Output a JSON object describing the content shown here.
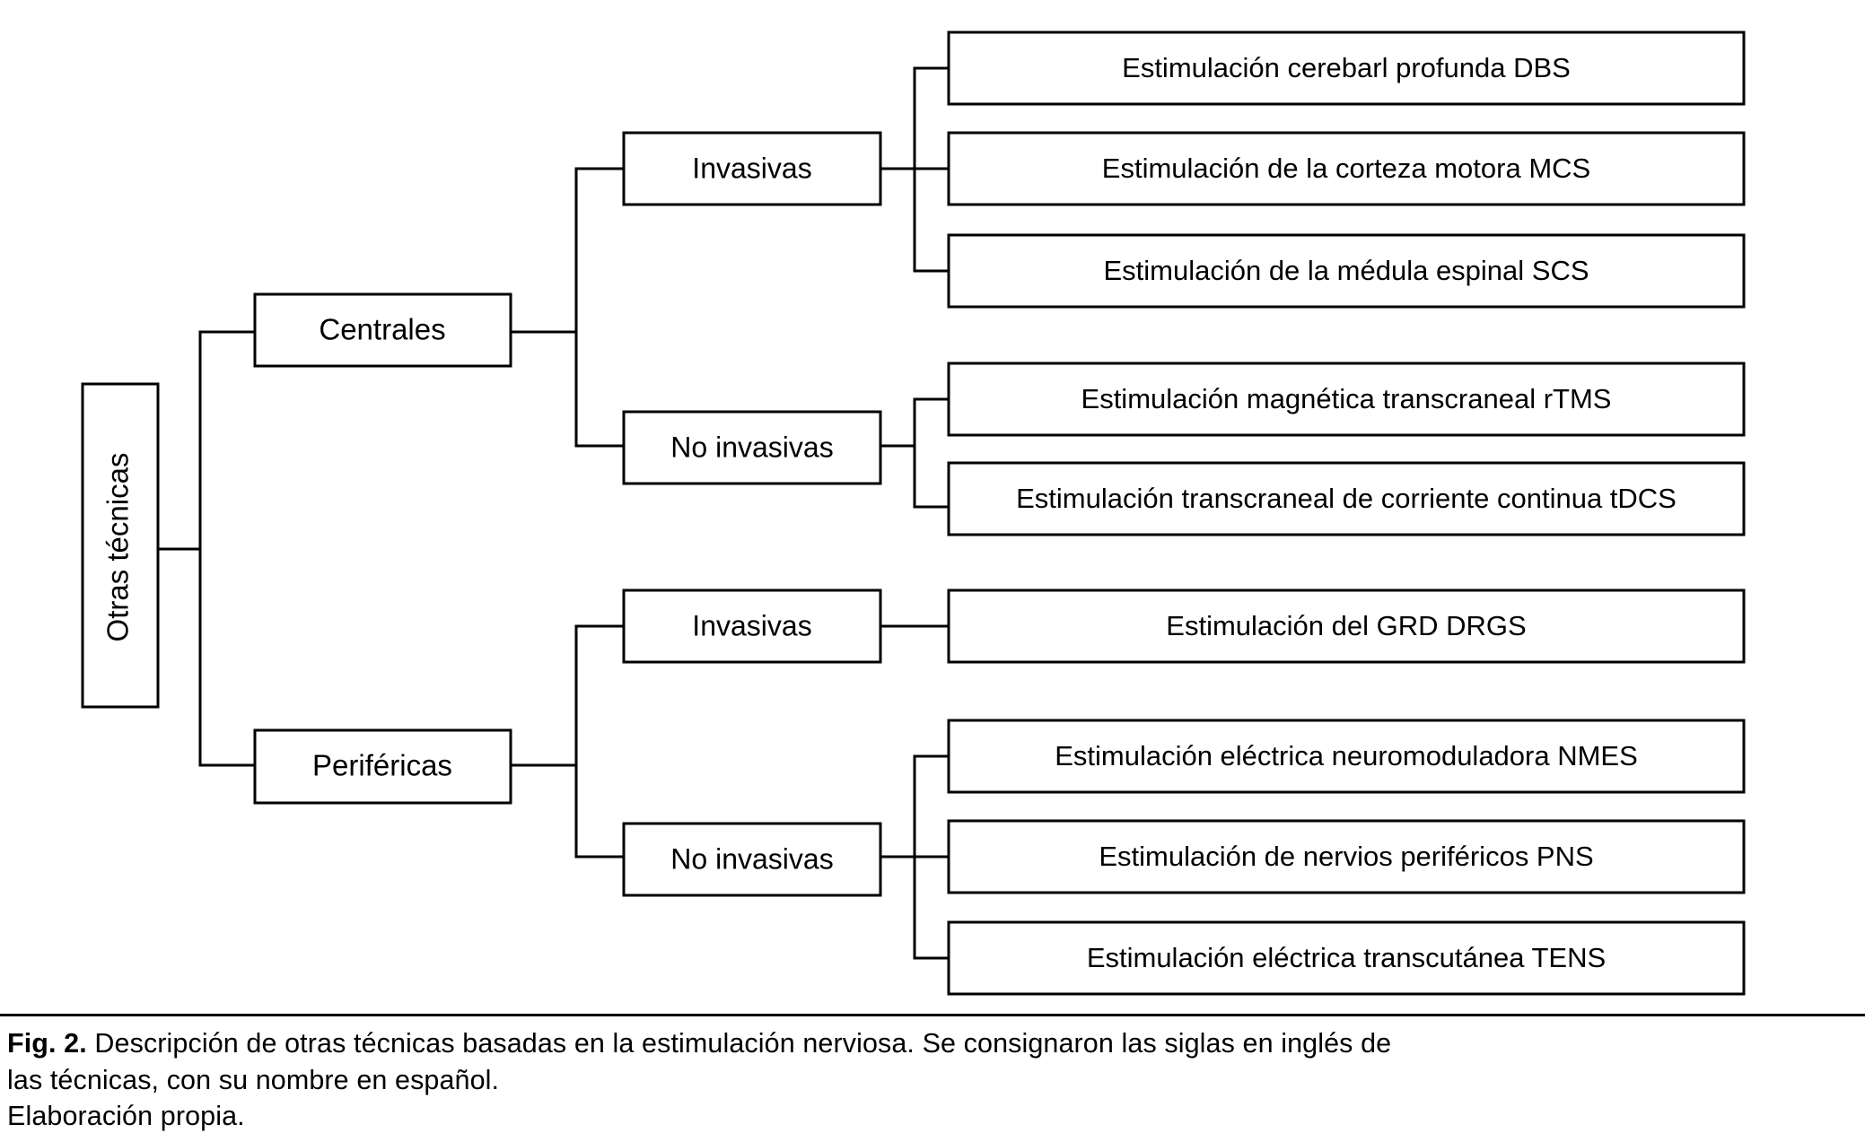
{
  "figure": {
    "root": {
      "label": "Otras técnicas"
    },
    "branches": [
      {
        "label": "Centrales",
        "groups": [
          {
            "label": "Invasivas",
            "leaves": [
              "Estimulación cerebarl profunda DBS",
              "Estimulación de la corteza motora MCS",
              "Estimulación de la médula espinal SCS"
            ]
          },
          {
            "label": "No invasivas",
            "leaves": [
              "Estimulación magnética transcraneal rTMS",
              "Estimulación transcraneal de corriente continua tDCS"
            ]
          }
        ]
      },
      {
        "label": "Periféricas",
        "groups": [
          {
            "label": "Invasivas",
            "leaves": [
              "Estimulación del GRD DRGS"
            ]
          },
          {
            "label": "No invasivas",
            "leaves": [
              "Estimulación eléctrica neuromoduladora NMES",
              "Estimulación de nervios periféricos PNS",
              "Estimulación eléctrica transcutánea TENS"
            ]
          }
        ]
      }
    ]
  },
  "caption": {
    "figure_label": "Fig. 2.",
    "line1": " Descripción de otras técnicas basadas en la estimulación nerviosa. Se consignaron las siglas en inglés de",
    "line2": "las técnicas, con su nombre en español.",
    "line3": "Elaboración propia."
  },
  "colors": {
    "stroke": "#000000",
    "fill": "#ffffff",
    "text": "#000000"
  }
}
